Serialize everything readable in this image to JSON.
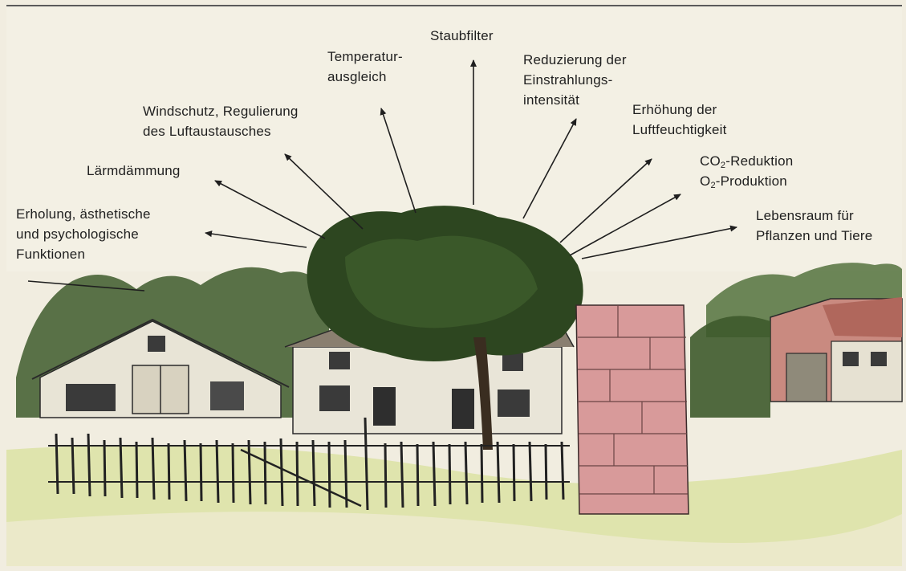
{
  "labels": {
    "staubfilter": "Staubfilter",
    "temperatur_l1": "Temperatur-",
    "temperatur_l2": "ausgleich",
    "reduzierung_l1": "Reduzierung der",
    "reduzierung_l2": "Einstrahlungs-",
    "reduzierung_l3": "intensität",
    "windschutz_l1": "Windschutz, Regulierung",
    "windschutz_l2": "des Luftaustausches",
    "erhoehung_l1": "Erhöhung der",
    "erhoehung_l2": "Luftfeuchtigkeit",
    "co2_pre": "CO",
    "co2_sub": "2",
    "co2_post": "-Reduktion",
    "o2_pre": "O",
    "o2_sub": "2",
    "o2_post": "-Produktion",
    "laermdaemmung": "Lärmdämmung",
    "lebensraum_l1": "Lebensraum für",
    "lebensraum_l2": "Pflanzen und Tiere",
    "erholung_l1": "Erholung, ästhetische",
    "erholung_l2": "und psychologische",
    "erholung_l3": "Funktionen"
  },
  "colors": {
    "paper": "#f1ede0",
    "ink": "#1f1f1f",
    "foliage": "#2f4a22",
    "stone_pillar": "#d89a9a",
    "grass": "#dde3a8"
  }
}
